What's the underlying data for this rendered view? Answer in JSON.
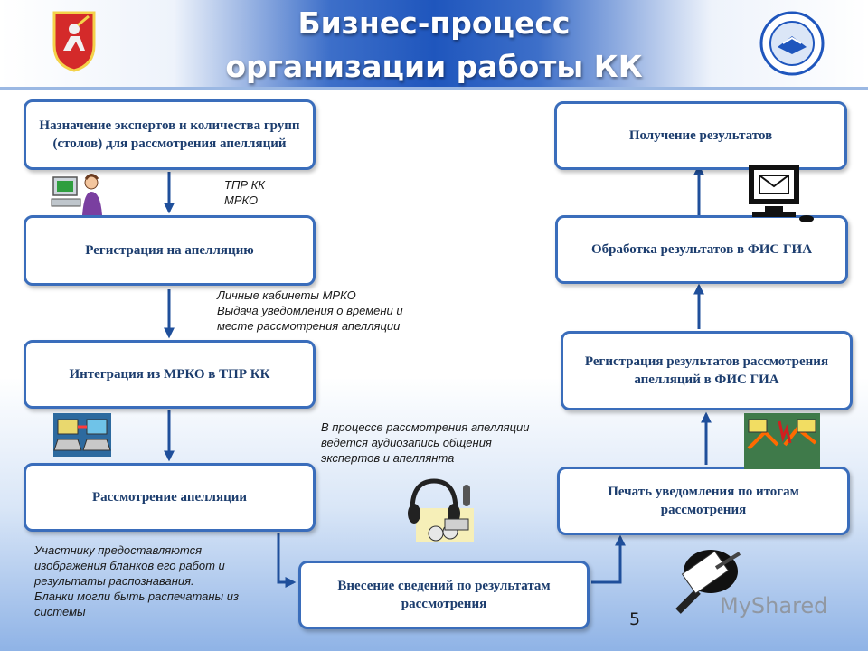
{
  "header": {
    "title_line1": "Бизнес-процесс",
    "title_line2": "организации работы КК",
    "emblem_icon": "moscow-coat-of-arms-icon",
    "seal_icon": "moscow-quality-center-seal-icon"
  },
  "boxes": {
    "b1": "Назначение экспертов и количества групп (столов) для рассмотрения апелляций",
    "b2": "Регистрация на апелляцию",
    "b3": "Интеграция из МРКО в ТПР КК",
    "b4": "Рассмотрение апелляции",
    "b5": "Внесение сведений по результатам рассмотрения",
    "b6": "Печать уведомления по итогам рассмотрения",
    "b7": "Регистрация результатов рассмотрения апелляций в ФИС ГИА",
    "b8": "Обработка результатов в ФИС ГИА",
    "b9": "Получение результатов"
  },
  "notes": {
    "n1": "ТПР КК\nМРКО",
    "n2": "Личные кабинеты МРКО\nВыдача уведомления о времени и\nместе рассмотрения апелляции",
    "n3": "В процессе рассмотрения апелляции\nведется аудиозапись общения\nэкспертов и апеллянта",
    "n4": "Участнику предоставляются\nизображения бланков его работ и\nрезультаты распознавания.\nБланки могли быть распечатаны из\nсистемы"
  },
  "icons": {
    "operator": "computer-operator-icon",
    "network": "network-computers-icon",
    "headphones": "headphones-audio-icon",
    "printer": "scanner-printer-icon",
    "exchange": "data-exchange-icon",
    "monitor": "monitor-mail-icon"
  },
  "colors": {
    "box_border": "#3a6dbb",
    "arrow": "#1f4f9b",
    "header_blue": "#1f56bd"
  },
  "page_number": "5",
  "watermark": "MyShared"
}
